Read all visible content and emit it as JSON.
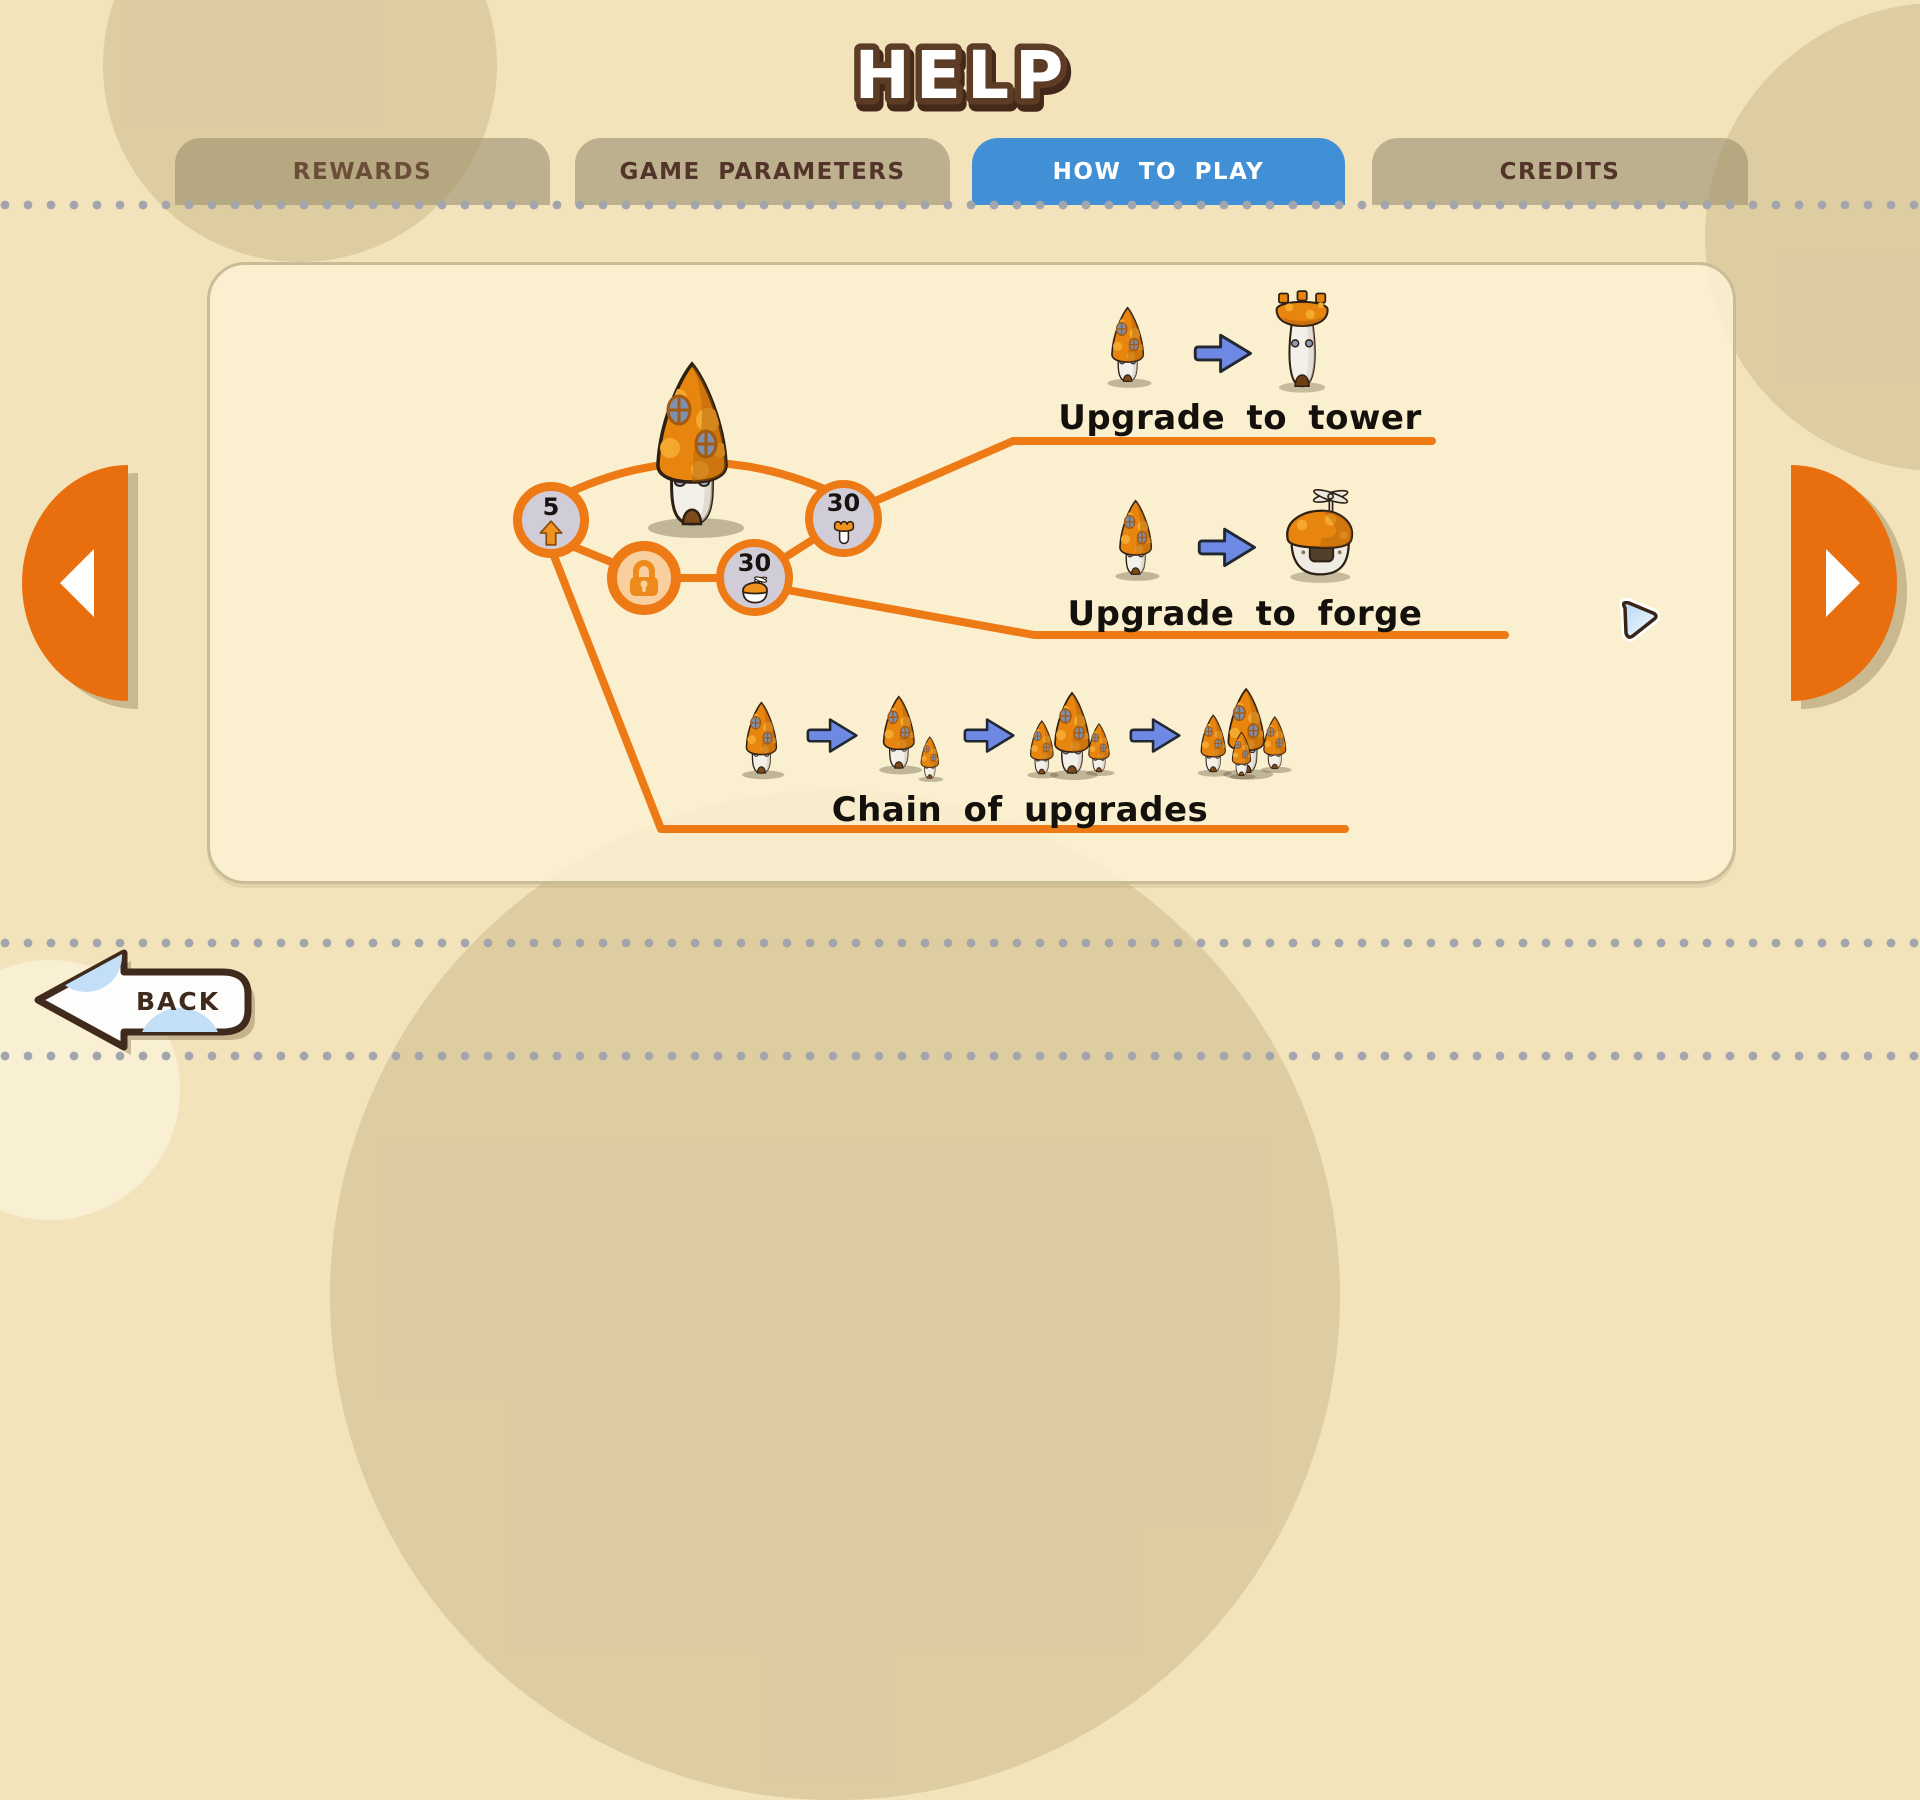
{
  "title": "HELP",
  "tabs": [
    {
      "label": "REWARDS",
      "active": false
    },
    {
      "label": "GAME PARAMETERS",
      "active": false
    },
    {
      "label": "HOW TO PLAY",
      "active": true
    },
    {
      "label": "CREDITS",
      "active": false
    }
  ],
  "help_diagram": {
    "center_building": "mushroom-house",
    "badges": [
      {
        "value": "5",
        "icon": "upgrade-arrow-icon"
      },
      {
        "value": "",
        "icon": "lock-icon"
      },
      {
        "value": "30",
        "icon": "forge-mini-icon"
      },
      {
        "value": "30",
        "icon": "tower-mini-icon"
      }
    ],
    "rows": [
      {
        "label": "Upgrade to tower",
        "from": "mushroom-house",
        "to": "tower"
      },
      {
        "label": "Upgrade to forge",
        "from": "mushroom-house",
        "to": "forge"
      },
      {
        "label": "Chain of upgrades",
        "stages": [
          "house-level-1",
          "house-level-2",
          "house-level-3",
          "house-level-4"
        ]
      }
    ]
  },
  "nav": {
    "back_label": "BACK",
    "prev": "left-arrow-icon",
    "next": "right-arrow-icon"
  },
  "colors": {
    "accent_orange": "#ed7a15",
    "active_tab_blue": "#4190d6",
    "arrow_blue": "#6d89e4",
    "background": "#f2e3bb",
    "card": "#faeeca",
    "tab_inactive": "#bcb08e",
    "badge_fill": "#d0cdd9",
    "lock_fill": "#f8cf9d",
    "text_brown": "#523429"
  }
}
